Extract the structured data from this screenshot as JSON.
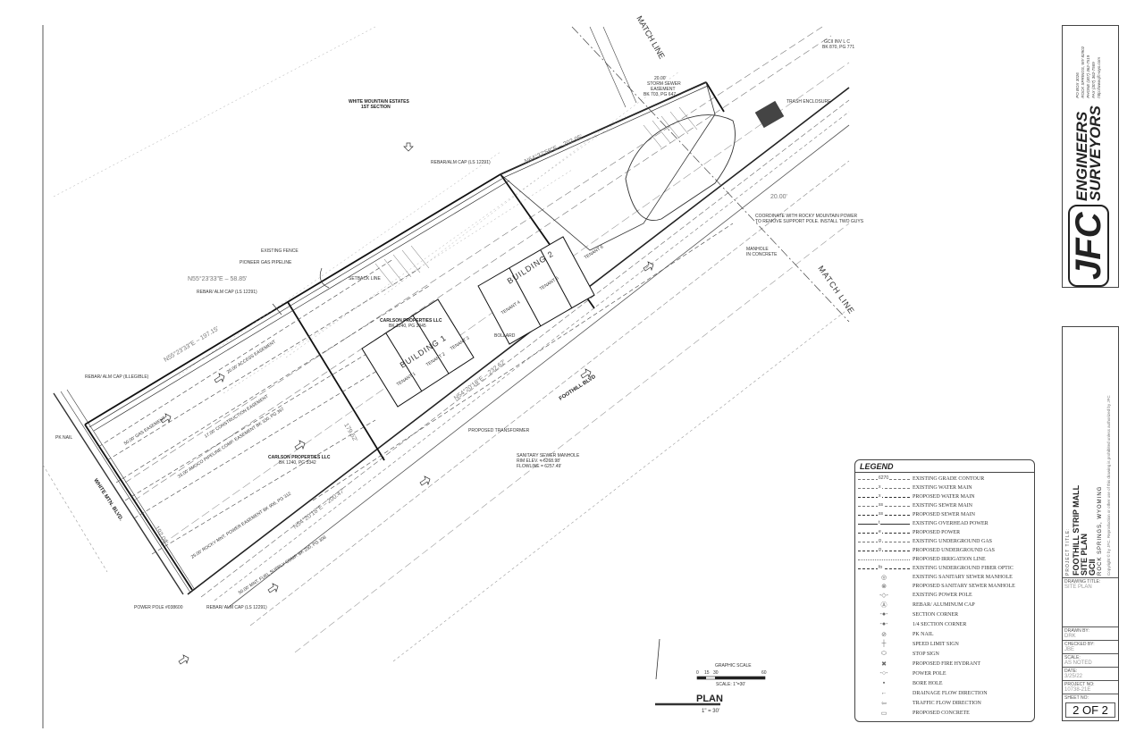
{
  "drawing": {
    "labels": {
      "white_mountain_estates": "WHITE MOUNTAIN ESTATES",
      "first_section": "1ST SECTION",
      "rebar_cap_top": "REBAR/ALM CAP (LS 12291)",
      "existing_fence": "EXISTING FENCE",
      "pioneer_gas": "PIONEER GAS PIPELINE",
      "bearing_1": "N55°23'33\"E  –  58.85'",
      "rebar_cap_1": "REBAR/ ALM CAP (LS 12291)",
      "setback_line": "SETBACK LINE",
      "rebar_illegible": "REBAR/ ALM CAP (ILLEGIBLE)",
      "pk_nail": "PK NAIL",
      "carlson_1": "CARLSON PROPERTIES LLC",
      "carlson_1_bk": "BK 1240, PG 3345",
      "carlson_2": "CARLSON PROPERTIES LLC",
      "carlson_2_bk": "BK 1240, PG 3342",
      "building_1": "BUILDING 1",
      "building_2": "BUILDING 2",
      "tenant_1": "TENANT 1",
      "tenant_2": "TENANT 2",
      "tenant_3": "TENANT 3",
      "tenant_4": "TENANT 4",
      "tenant_5": "TENANT 5",
      "tenant_6": "TENANT 6",
      "bollard": "BOLLARD",
      "proposed_transformer": "PROPOSED TRANSFORMER",
      "ssmh": "SANITARY SEWER MANHOLE",
      "ssmh_rim": "RIM ELEV. = 6268.98'",
      "ssmh_flow": "FLOWLINE = 6257.49'",
      "power_pole": "POWER POLE #038600",
      "rebar_cap_bottom": "REBAR/ ALM CAP (LS 12291)",
      "storm_easement_1": "20.00'",
      "storm_easement_2": "STORM SEWER",
      "storm_easement_3": "EASEMENT",
      "storm_easement_4": "BK 703, PG 647",
      "trash_enclosure": "TRASH ENCLOSURE",
      "gcii": "GCII INV L C",
      "gcii_bk": "BK 870, PG 771",
      "coordinate_1": "COORDINATE WITH ROCKY MOUNTAIN POWER",
      "coordinate_2": "TO REMOVE SUPPORT POLE. INSTALL TWO GUYS",
      "manhole_1": "MANHOLE",
      "manhole_2": "IN CONCRETE",
      "match_line_top": "MATCH LINE",
      "match_line_right": "MATCH LINE",
      "foothill_blvd": "FOOTHILL BLVD",
      "white_mtn_blvd": "WHITE MTN. BLVD.",
      "bearing_north": "N64°37'58\"E  –  202.05'",
      "bearing_north_2": "N55°23'33\"E  –  197.15'",
      "bearing_south": "N54°20'18\"E  –  200.47'",
      "bearing_south_2": "N54°20'18\"E  –  232.62'",
      "access_easement": "20.00' ACCESS EASEMENT",
      "gas_easement": "50.00' GAS EASEMENT",
      "construction_easement": "17.00' CONSTRUCTION EASEMENT",
      "amoco": "33.00' AMOCO PIPELINE COMP. EASEMENT BK 330, PG 397",
      "rocky_mtn_easement": "25.00' ROCKY MNT. POWER EASEMENT BK 906, PG 312",
      "fuel_supply": "50.00' MNT. FUEL SUPPLY COMP. BK 230, PG 308",
      "dim_179": "179.52'",
      "dim_192": "192.08'",
      "dim_20": "20.00'"
    },
    "plan_title": "PLAN",
    "plan_scale": "1\" = 30'",
    "graphic_scale": {
      "title": "GRAPHIC SCALE",
      "ticks": [
        "0",
        "15",
        "30",
        "60"
      ],
      "scale": "SCALE: 1\"=30'"
    }
  },
  "legend": {
    "title": "LEGEND",
    "items": [
      {
        "symbol": "dashed-line",
        "mark": "6270",
        "label": "EXISTING GRADE CONTOUR"
      },
      {
        "symbol": "dashed-line",
        "mark": "x",
        "label": "EXISTING WATER MAIN"
      },
      {
        "symbol": "heavy-dashed-line",
        "mark": "x",
        "label": "PROPOSED WATER MAIN"
      },
      {
        "symbol": "dashed-line",
        "mark": "ss",
        "label": "EXISTING SEWER MAIN"
      },
      {
        "symbol": "heavy-dashed-line",
        "mark": "ss",
        "label": "PROPOSED SEWER MAIN"
      },
      {
        "symbol": "solid-line",
        "mark": "t",
        "label": "EXISTING OVERHEAD POWER"
      },
      {
        "symbol": "heavy-dashed-line",
        "mark": "e",
        "label": "PROPOSED POWER"
      },
      {
        "symbol": "dashed-line",
        "mark": "g",
        "label": "EXISTING UNDERGROUND GAS"
      },
      {
        "symbol": "heavy-dashed-line",
        "mark": "g",
        "label": "PROPOSED UNDERGROUND GAS"
      },
      {
        "symbol": "dotted-line",
        "mark": "",
        "label": "PROPOSED IRRIGATION LINE"
      },
      {
        "symbol": "heavy-dashed-line",
        "mark": "fo",
        "label": "EXISTING UNDERGROUND FIBER OPTIC"
      },
      {
        "symbol": "existing-manhole-icon",
        "mark": "◎",
        "label": "EXISTING SANITARY SEWER MANHOLE"
      },
      {
        "symbol": "proposed-manhole-icon",
        "mark": "⊗",
        "label": "PROPOSED SANITARY SEWER MANHOLE"
      },
      {
        "symbol": "existing-power-pole-icon",
        "mark": "-◇-",
        "label": "EXISTING POWER POLE"
      },
      {
        "symbol": "rebar-cap-icon",
        "mark": "Ⓐ",
        "label": "REBAR/ ALUMINUM CAP"
      },
      {
        "symbol": "section-corner-icon",
        "mark": "-●-",
        "label": "SECTION CORNER"
      },
      {
        "symbol": "quarter-section-corner-icon",
        "mark": "-●-",
        "label": "1/4 SECTION CORNER"
      },
      {
        "symbol": "pk-nail-icon",
        "mark": "⊘",
        "label": "PK NAIL"
      },
      {
        "symbol": "speed-limit-sign-icon",
        "mark": "┼",
        "label": "SPEED LIMIT SIGN"
      },
      {
        "symbol": "stop-sign-icon",
        "mark": "⬭",
        "label": "STOP SIGN"
      },
      {
        "symbol": "fire-hydrant-icon",
        "mark": "✖",
        "label": "PROPOSED FIRE HYDRANT"
      },
      {
        "symbol": "power-pole-icon",
        "mark": "-○-",
        "label": "POWER POLE"
      },
      {
        "symbol": "bore-hole-icon",
        "mark": "▪",
        "label": "BORE HOLE"
      },
      {
        "symbol": "drainage-arrow-icon",
        "mark": "←",
        "label": "DRAINAGE FLOW DIRECTION"
      },
      {
        "symbol": "traffic-arrow-icon",
        "mark": "⇦",
        "label": "TRAFFIC FLOW DIRECTION"
      },
      {
        "symbol": "concrete-icon",
        "mark": "▭",
        "label": "PROPOSED CONCRETE"
      }
    ]
  },
  "title_block": {
    "logo": "JFC",
    "firm_line1": "ENGINEERS",
    "firm_line2": "SURVEYORS",
    "address": [
      "PO BOX 3026",
      "ROCK SPRINGS, WY 82902",
      "PHONE (307) 362-7519",
      "FAX (307) 362-7569",
      "http://www.jfc-wyo.com"
    ],
    "project_title_label": "PROJECT TITLE:",
    "project_title": [
      "FOOTHILL STRIP MALL",
      "SITE PLAN",
      "GCII"
    ],
    "location": "ROCK SPRINGS, WYOMING",
    "copyright": "Copyright © by JFC. Reproduction or other use of this drawing is prohibited unless authorized by JFC",
    "drawing_title_label": "DRAWING TITLE:",
    "drawing_title": "SITE PLAN",
    "drawn_by_label": "DRAWN BY:",
    "drawn_by": "DRK",
    "checked_by_label": "CHECKED BY:",
    "checked_by": "JBE",
    "scale_label": "SCALE:",
    "scale": "AS NOTED",
    "date_label": "DATE:",
    "date": "3/25/22",
    "project_no_label": "PROJECT NO:",
    "project_no": "10738-21E",
    "sheet_no_label": "SHEET NO:",
    "sheet_no": "2 OF 2"
  }
}
